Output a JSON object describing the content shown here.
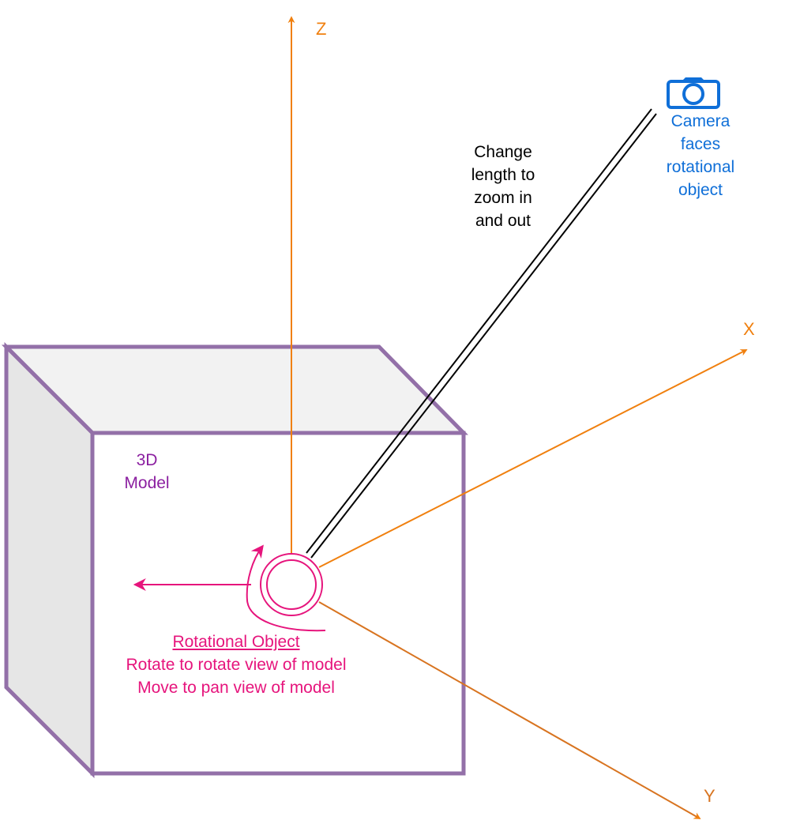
{
  "axes": {
    "z_label": "Z",
    "x_label": "X",
    "y_label": "Y"
  },
  "camera": {
    "icon": "camera-icon",
    "line1": "Camera",
    "line2": "faces",
    "line3": "rotational",
    "line4": "object"
  },
  "zoom_note": {
    "line1": "Change",
    "line2": "length to",
    "line3": "zoom in",
    "line4": "and out"
  },
  "model": {
    "line1": "3D",
    "line2": "Model"
  },
  "rotational_object": {
    "title": "Rotational Object",
    "line1": "Rotate to rotate view of model",
    "line2": "Move to pan view of model"
  },
  "colors": {
    "axis": "#F0800F",
    "cube_edge": "#9370A8",
    "cube_top": "#F2F2F2",
    "cube_side": "#E6E6E6",
    "camera": "#0F6FD8",
    "rotational": "#E6147C",
    "model_text": "#8B1FA0",
    "zoom_text": "#000000"
  }
}
